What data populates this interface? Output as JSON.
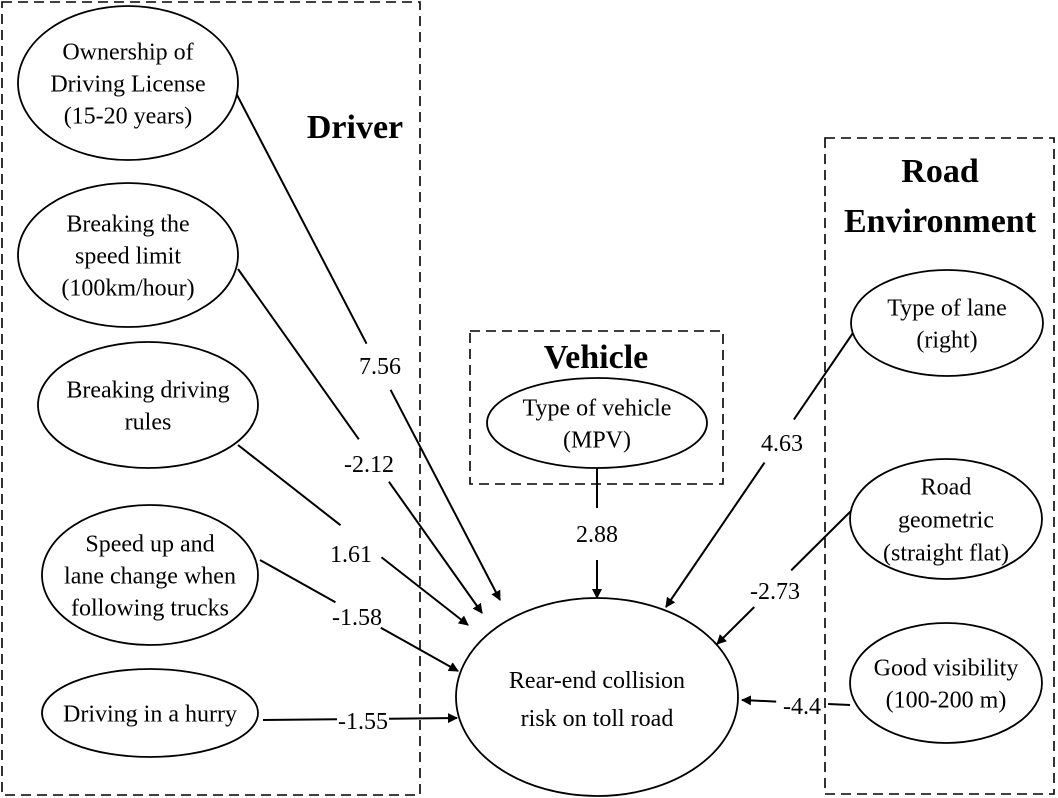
{
  "groups": {
    "driver": {
      "title": "Driver"
    },
    "vehicle": {
      "title": "Vehicle"
    },
    "road": {
      "title_line1": "Road",
      "title_line2": "Environment"
    }
  },
  "nodes": {
    "license": {
      "lines": [
        "Ownership of",
        "Driving License",
        "(15-20 years)"
      ]
    },
    "speed_limit": {
      "lines": [
        "Breaking the",
        "speed limit",
        "(100km/hour)"
      ]
    },
    "driving_rules": {
      "lines": [
        "Breaking driving",
        "rules"
      ]
    },
    "speed_up": {
      "lines": [
        "Speed up and",
        "lane change when",
        "following trucks"
      ]
    },
    "hurry": {
      "lines": [
        "Driving in a hurry"
      ]
    },
    "vehicle_type": {
      "lines": [
        "Type of vehicle",
        "(MPV)"
      ]
    },
    "lane_type": {
      "lines": [
        "Type of lane",
        "(right)"
      ]
    },
    "geometric": {
      "lines": [
        "Road",
        "geometric",
        "(straight flat)"
      ]
    },
    "visibility": {
      "lines": [
        "Good visibility",
        "(100-200 m)"
      ]
    },
    "outcome": {
      "lines": [
        "Rear-end collision",
        "risk on toll road"
      ]
    }
  },
  "edges": [
    {
      "from": "license",
      "to": "outcome",
      "coefficient": "7.56"
    },
    {
      "from": "speed_limit",
      "to": "outcome",
      "coefficient": "-2.12"
    },
    {
      "from": "driving_rules",
      "to": "outcome",
      "coefficient": "1.61"
    },
    {
      "from": "speed_up",
      "to": "outcome",
      "coefficient": "-1.58"
    },
    {
      "from": "hurry",
      "to": "outcome",
      "coefficient": "-1.55"
    },
    {
      "from": "vehicle_type",
      "to": "outcome",
      "coefficient": "2.88"
    },
    {
      "from": "lane_type",
      "to": "outcome",
      "coefficient": "4.63"
    },
    {
      "from": "geometric",
      "to": "outcome",
      "coefficient": "-2.73"
    },
    {
      "from": "visibility",
      "to": "outcome",
      "coefficient": "-4.4"
    }
  ]
}
